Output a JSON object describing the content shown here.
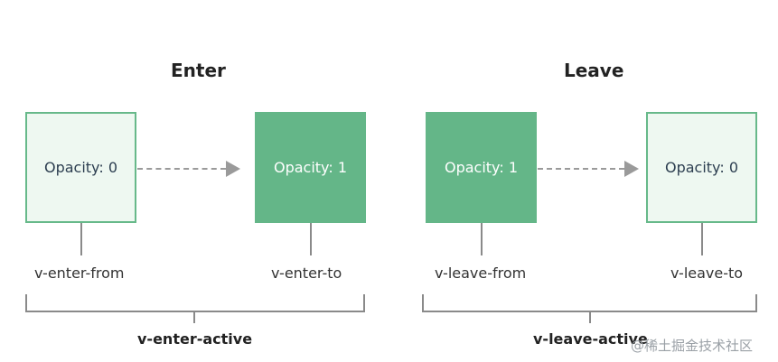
{
  "enter": {
    "title": "Enter",
    "from_box": "Opacity: 0",
    "to_box": "Opacity: 1",
    "from_label": "v-enter-from",
    "to_label": "v-enter-to",
    "active_label": "v-enter-active"
  },
  "leave": {
    "title": "Leave",
    "from_box": "Opacity: 1",
    "to_box": "Opacity: 0",
    "from_label": "v-leave-from",
    "to_label": "v-leave-to",
    "active_label": "v-leave-active"
  },
  "watermark": "@稀土掘金技术社区",
  "colors": {
    "accent_green": "#64b688",
    "light_green_fill": "#eef8f1",
    "connector_gray": "#8a8a8a"
  }
}
